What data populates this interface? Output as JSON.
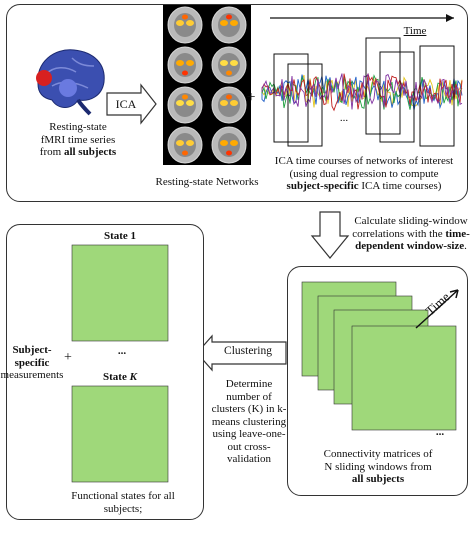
{
  "top": {
    "input_label_line1": "Resting-state",
    "input_label_line2": "fMRI time series",
    "input_label_line3_prefix": "from ",
    "input_label_line3_bold": "all subjects",
    "ica_label": "ICA",
    "plus": "+",
    "networks_label": "Resting-state Networks",
    "time_label": "Time",
    "ellipsis": "...",
    "ic_caption_line1": "ICA time courses of networks of interest",
    "ic_caption_line2": "(using dual regression to compute",
    "ic_caption_line3_bold": "subject-specific",
    "ic_caption_line3_rest": " ICA time courses)"
  },
  "sliding": {
    "line1": "Calculate sliding-window",
    "line2_prefix": "correlations with the ",
    "line2_bold": "time-",
    "line3_bold": "dependent window-size",
    "line3_suffix": "."
  },
  "conn": {
    "time_label": "Time",
    "ellipsis": "...",
    "caption_line1": "Connectivity matrices of",
    "caption_line2": "N sliding windows from",
    "caption_line3_bold": "all subjects"
  },
  "clustering": {
    "label": "Clustering",
    "desc": [
      "Determine",
      "number of",
      "clusters (K) in k-",
      "means clustering",
      "using leave-one-",
      "out cross-",
      "validation"
    ]
  },
  "states": {
    "state1_label": "State 1",
    "ellipsis": "...",
    "stateK_prefix": "State ",
    "stateK_italic": "K",
    "caption_line1": "Functional states for all",
    "caption_line2": "subjects;"
  },
  "subject": {
    "line1": "Subject-",
    "line2": "specific",
    "line3": "measurements",
    "plus": "+"
  },
  "colors": {
    "brain_bg": "#000000",
    "matrix_green": "#9fd87a",
    "matrix_red": "#b02010",
    "matrix_blue": "#1f3fa8"
  }
}
